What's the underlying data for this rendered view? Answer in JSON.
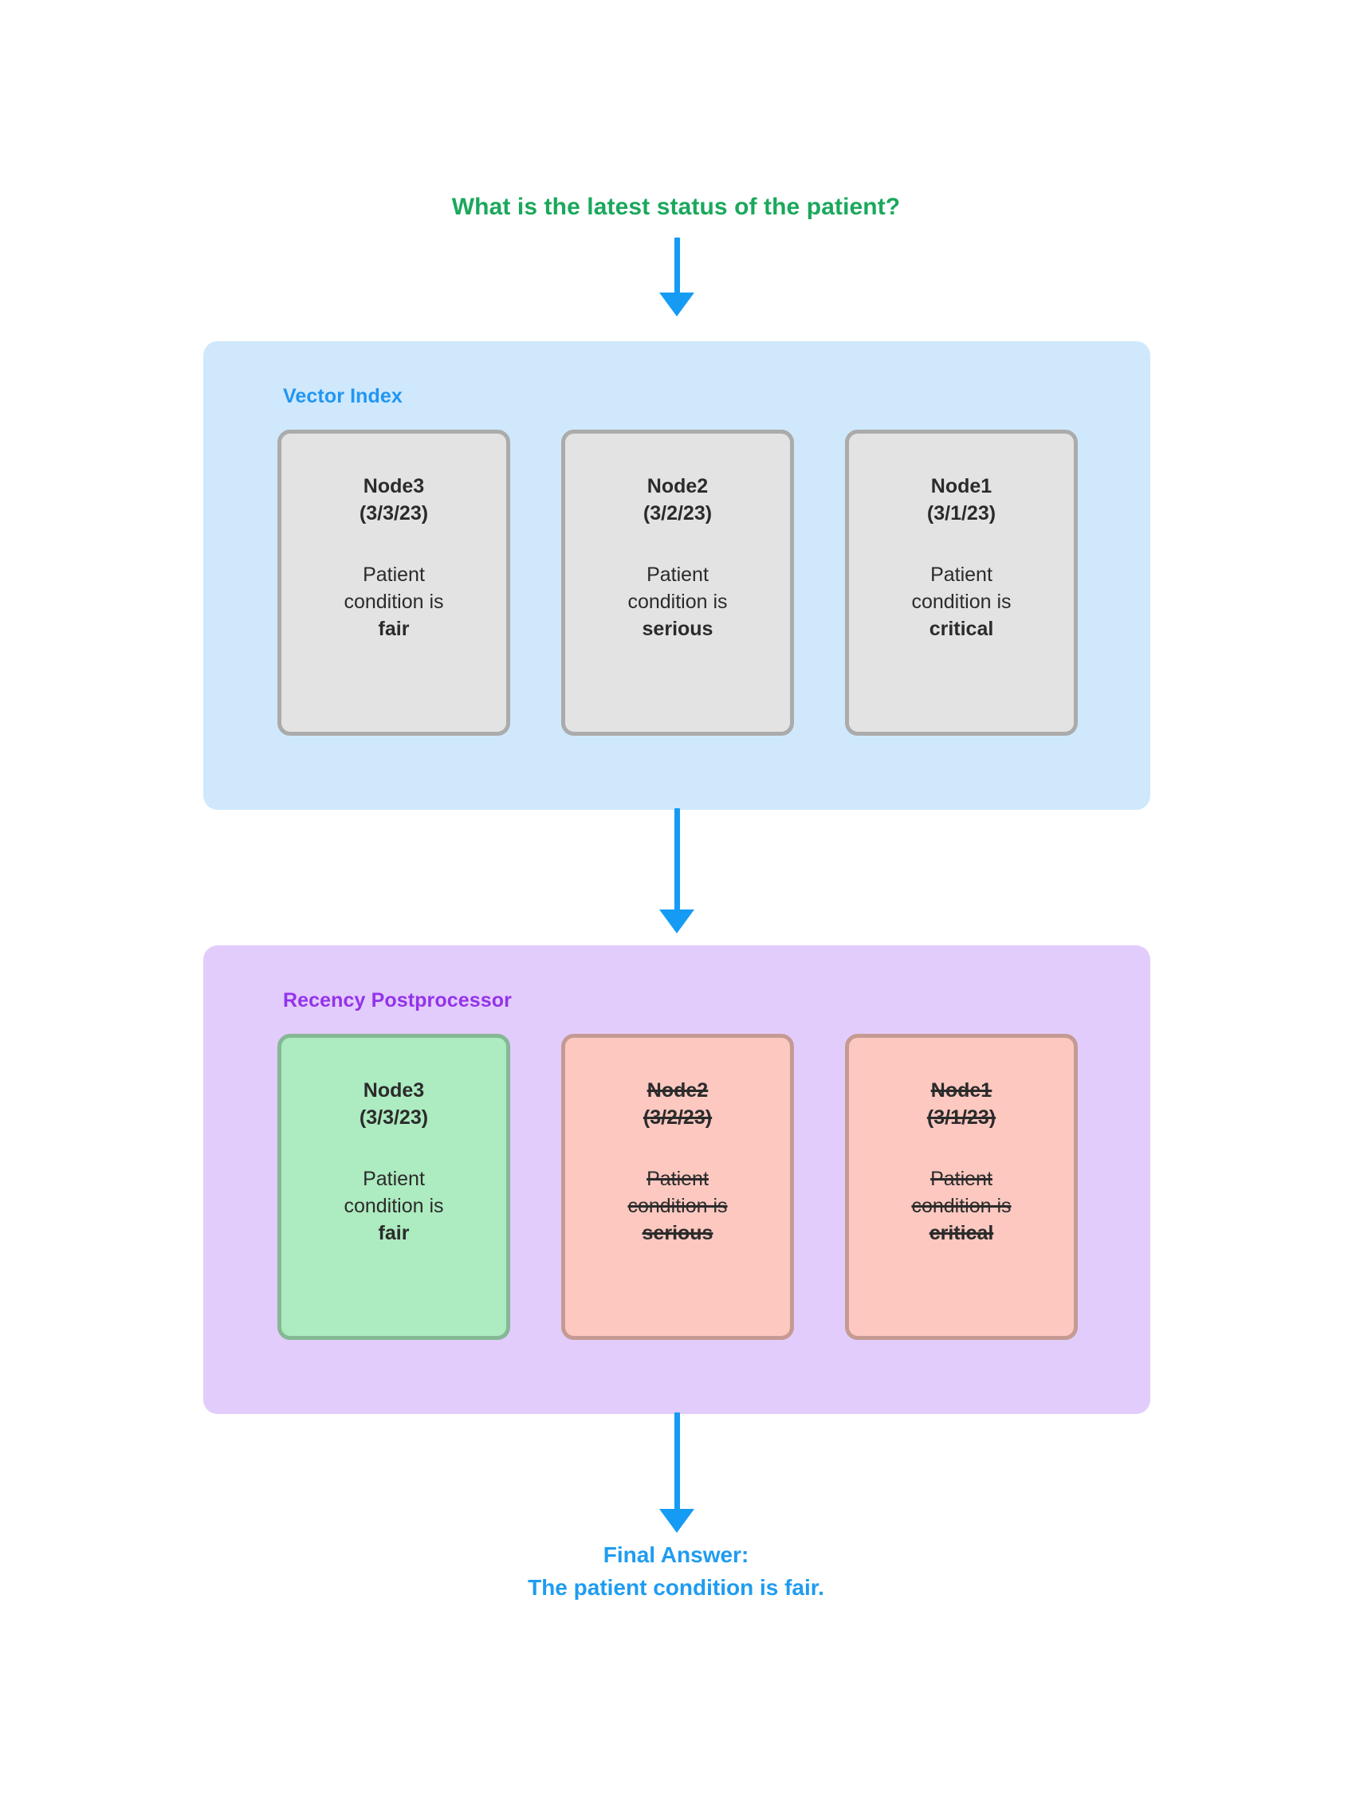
{
  "question": "What is the latest status of the patient?",
  "colors": {
    "question_green": "#1aa85c",
    "arrow_blue": "#169bf5",
    "vector_panel_bg": "#cfe8fc",
    "vector_title": "#2196f3",
    "recency_panel_bg": "#e2ccfc",
    "recency_title": "#9333ea",
    "card_grey_bg": "#e3e3e3",
    "card_grey_border": "#ababab",
    "card_green_bg": "#adebc0",
    "card_green_border": "#85b894",
    "card_red_bg": "#fcc8c0",
    "card_red_border": "#c49a92",
    "final_answer_blue": "#1f9cf0"
  },
  "vector_index": {
    "title": "Vector Index",
    "nodes": [
      {
        "name": "Node3",
        "date": "(3/3/23)",
        "body_line1": "Patient",
        "body_line2": "condition is",
        "status": "fair",
        "style": "grey",
        "struck": false
      },
      {
        "name": "Node2",
        "date": "(3/2/23)",
        "body_line1": "Patient",
        "body_line2": "condition is",
        "status": "serious",
        "style": "grey",
        "struck": false
      },
      {
        "name": "Node1",
        "date": "(3/1/23)",
        "body_line1": "Patient",
        "body_line2": "condition is",
        "status": "critical",
        "style": "grey",
        "struck": false
      }
    ]
  },
  "recency_postprocessor": {
    "title": "Recency Postprocessor",
    "nodes": [
      {
        "name": "Node3",
        "date": "(3/3/23)",
        "body_line1": "Patient",
        "body_line2": "condition is",
        "status": "fair",
        "style": "green",
        "struck": false
      },
      {
        "name": "Node2",
        "date": "(3/2/23)",
        "body_line1": "Patient",
        "body_line2": "condition is",
        "status": "serious",
        "style": "red",
        "struck": true
      },
      {
        "name": "Node1",
        "date": "(3/1/23)",
        "body_line1": "Patient",
        "body_line2": "condition is",
        "status": "critical",
        "style": "red",
        "struck": true
      }
    ]
  },
  "final_answer": {
    "label": "Final Answer:",
    "text": "The patient condition is fair."
  }
}
